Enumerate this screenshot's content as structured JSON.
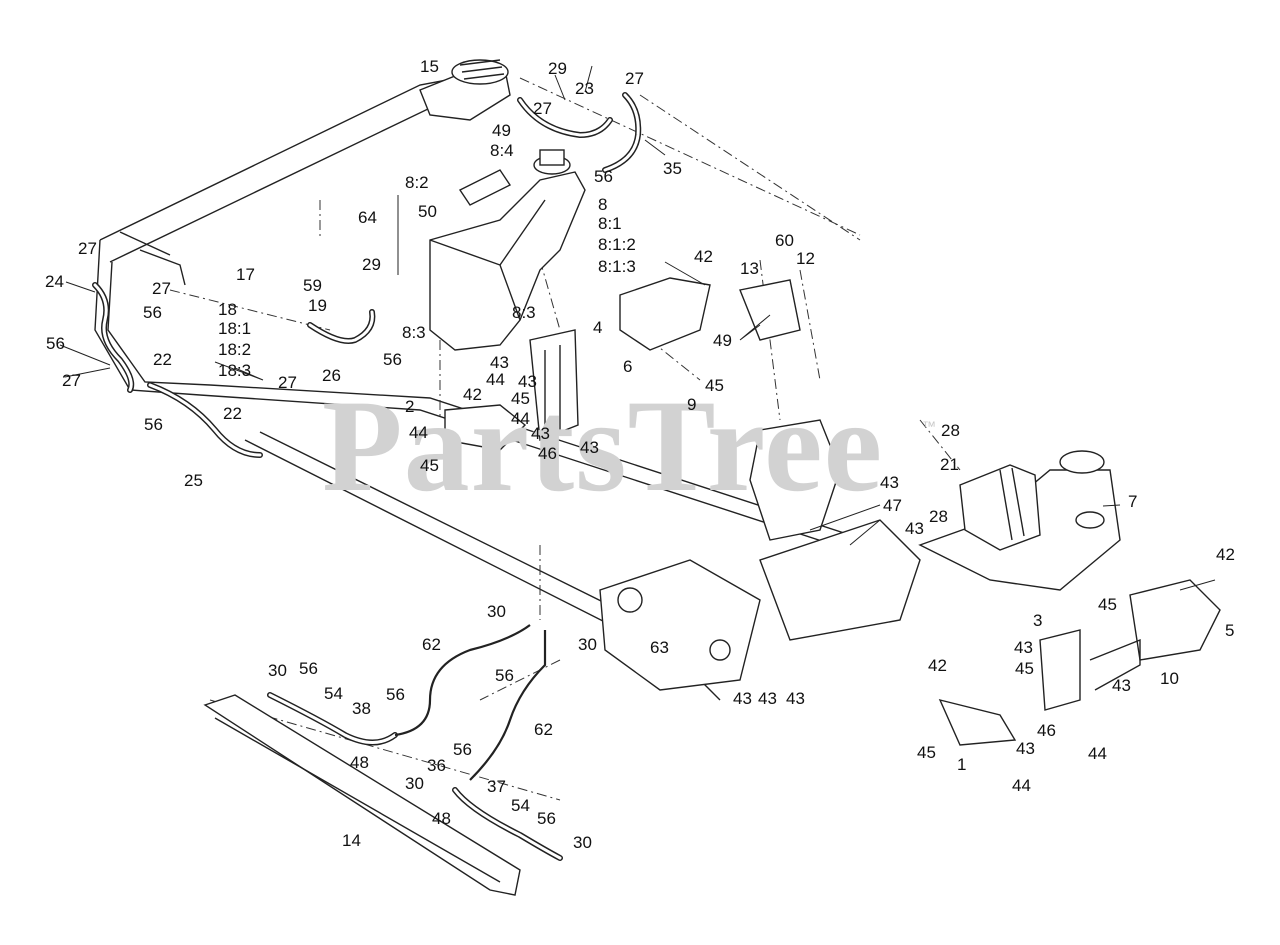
{
  "watermark": {
    "text": "PartsTree",
    "trademark": "™",
    "color": "#d2d2d2"
  },
  "callouts": [
    {
      "text": "15"
    },
    {
      "text": "29"
    },
    {
      "text": "23"
    },
    {
      "text": "27"
    },
    {
      "text": "27"
    },
    {
      "text": "49"
    },
    {
      "text": "8:4"
    },
    {
      "text": "56"
    },
    {
      "text": "35"
    },
    {
      "text": "8:2"
    },
    {
      "text": "8"
    },
    {
      "text": "50"
    },
    {
      "text": "64"
    },
    {
      "text": "8:1"
    },
    {
      "text": "8:1:2"
    },
    {
      "text": "8:1:3"
    },
    {
      "text": "27"
    },
    {
      "text": "24"
    },
    {
      "text": "27"
    },
    {
      "text": "56"
    },
    {
      "text": "56"
    },
    {
      "text": "27"
    },
    {
      "text": "17"
    },
    {
      "text": "59"
    },
    {
      "text": "29"
    },
    {
      "text": "18"
    },
    {
      "text": "19"
    },
    {
      "text": "18:1"
    },
    {
      "text": "18:2"
    },
    {
      "text": "18:3"
    },
    {
      "text": "8:3"
    },
    {
      "text": "8:3"
    },
    {
      "text": "56"
    },
    {
      "text": "26"
    },
    {
      "text": "22"
    },
    {
      "text": "27"
    },
    {
      "text": "22"
    },
    {
      "text": "56"
    },
    {
      "text": "42"
    },
    {
      "text": "60"
    },
    {
      "text": "13"
    },
    {
      "text": "12"
    },
    {
      "text": "4"
    },
    {
      "text": "49"
    },
    {
      "text": "6"
    },
    {
      "text": "45"
    },
    {
      "text": "9"
    },
    {
      "text": "43"
    },
    {
      "text": "44"
    },
    {
      "text": "43"
    },
    {
      "text": "42"
    },
    {
      "text": "45"
    },
    {
      "text": "44"
    },
    {
      "text": "2"
    },
    {
      "text": "44"
    },
    {
      "text": "43"
    },
    {
      "text": "46"
    },
    {
      "text": "43"
    },
    {
      "text": "45"
    },
    {
      "text": "25"
    },
    {
      "text": "28"
    },
    {
      "text": "21"
    },
    {
      "text": "43"
    },
    {
      "text": "47"
    },
    {
      "text": "43"
    },
    {
      "text": "28"
    },
    {
      "text": "7"
    },
    {
      "text": "42"
    },
    {
      "text": "45"
    },
    {
      "text": "5"
    },
    {
      "text": "3"
    },
    {
      "text": "30"
    },
    {
      "text": "30"
    },
    {
      "text": "63"
    },
    {
      "text": "62"
    },
    {
      "text": "43"
    },
    {
      "text": "45"
    },
    {
      "text": "43"
    },
    {
      "text": "10"
    },
    {
      "text": "42"
    },
    {
      "text": "56"
    },
    {
      "text": "43"
    },
    {
      "text": "43"
    },
    {
      "text": "43"
    },
    {
      "text": "30"
    },
    {
      "text": "56"
    },
    {
      "text": "54"
    },
    {
      "text": "56"
    },
    {
      "text": "38"
    },
    {
      "text": "46"
    },
    {
      "text": "62"
    },
    {
      "text": "45"
    },
    {
      "text": "43"
    },
    {
      "text": "44"
    },
    {
      "text": "1"
    },
    {
      "text": "48"
    },
    {
      "text": "56"
    },
    {
      "text": "36"
    },
    {
      "text": "37"
    },
    {
      "text": "30"
    },
    {
      "text": "54"
    },
    {
      "text": "48"
    },
    {
      "text": "56"
    },
    {
      "text": "44"
    },
    {
      "text": "14"
    },
    {
      "text": "30"
    }
  ]
}
